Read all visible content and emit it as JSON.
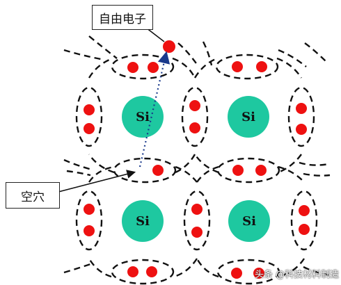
{
  "labels": {
    "free_electron": "自由电子",
    "hole": "空穴",
    "atom": "Si"
  },
  "watermark": "头条 @科技材料制造",
  "colors": {
    "atom": "#1ec8a0",
    "electron": "#ee1111",
    "bond_line": "#111111",
    "background": "#ffffff"
  }
}
